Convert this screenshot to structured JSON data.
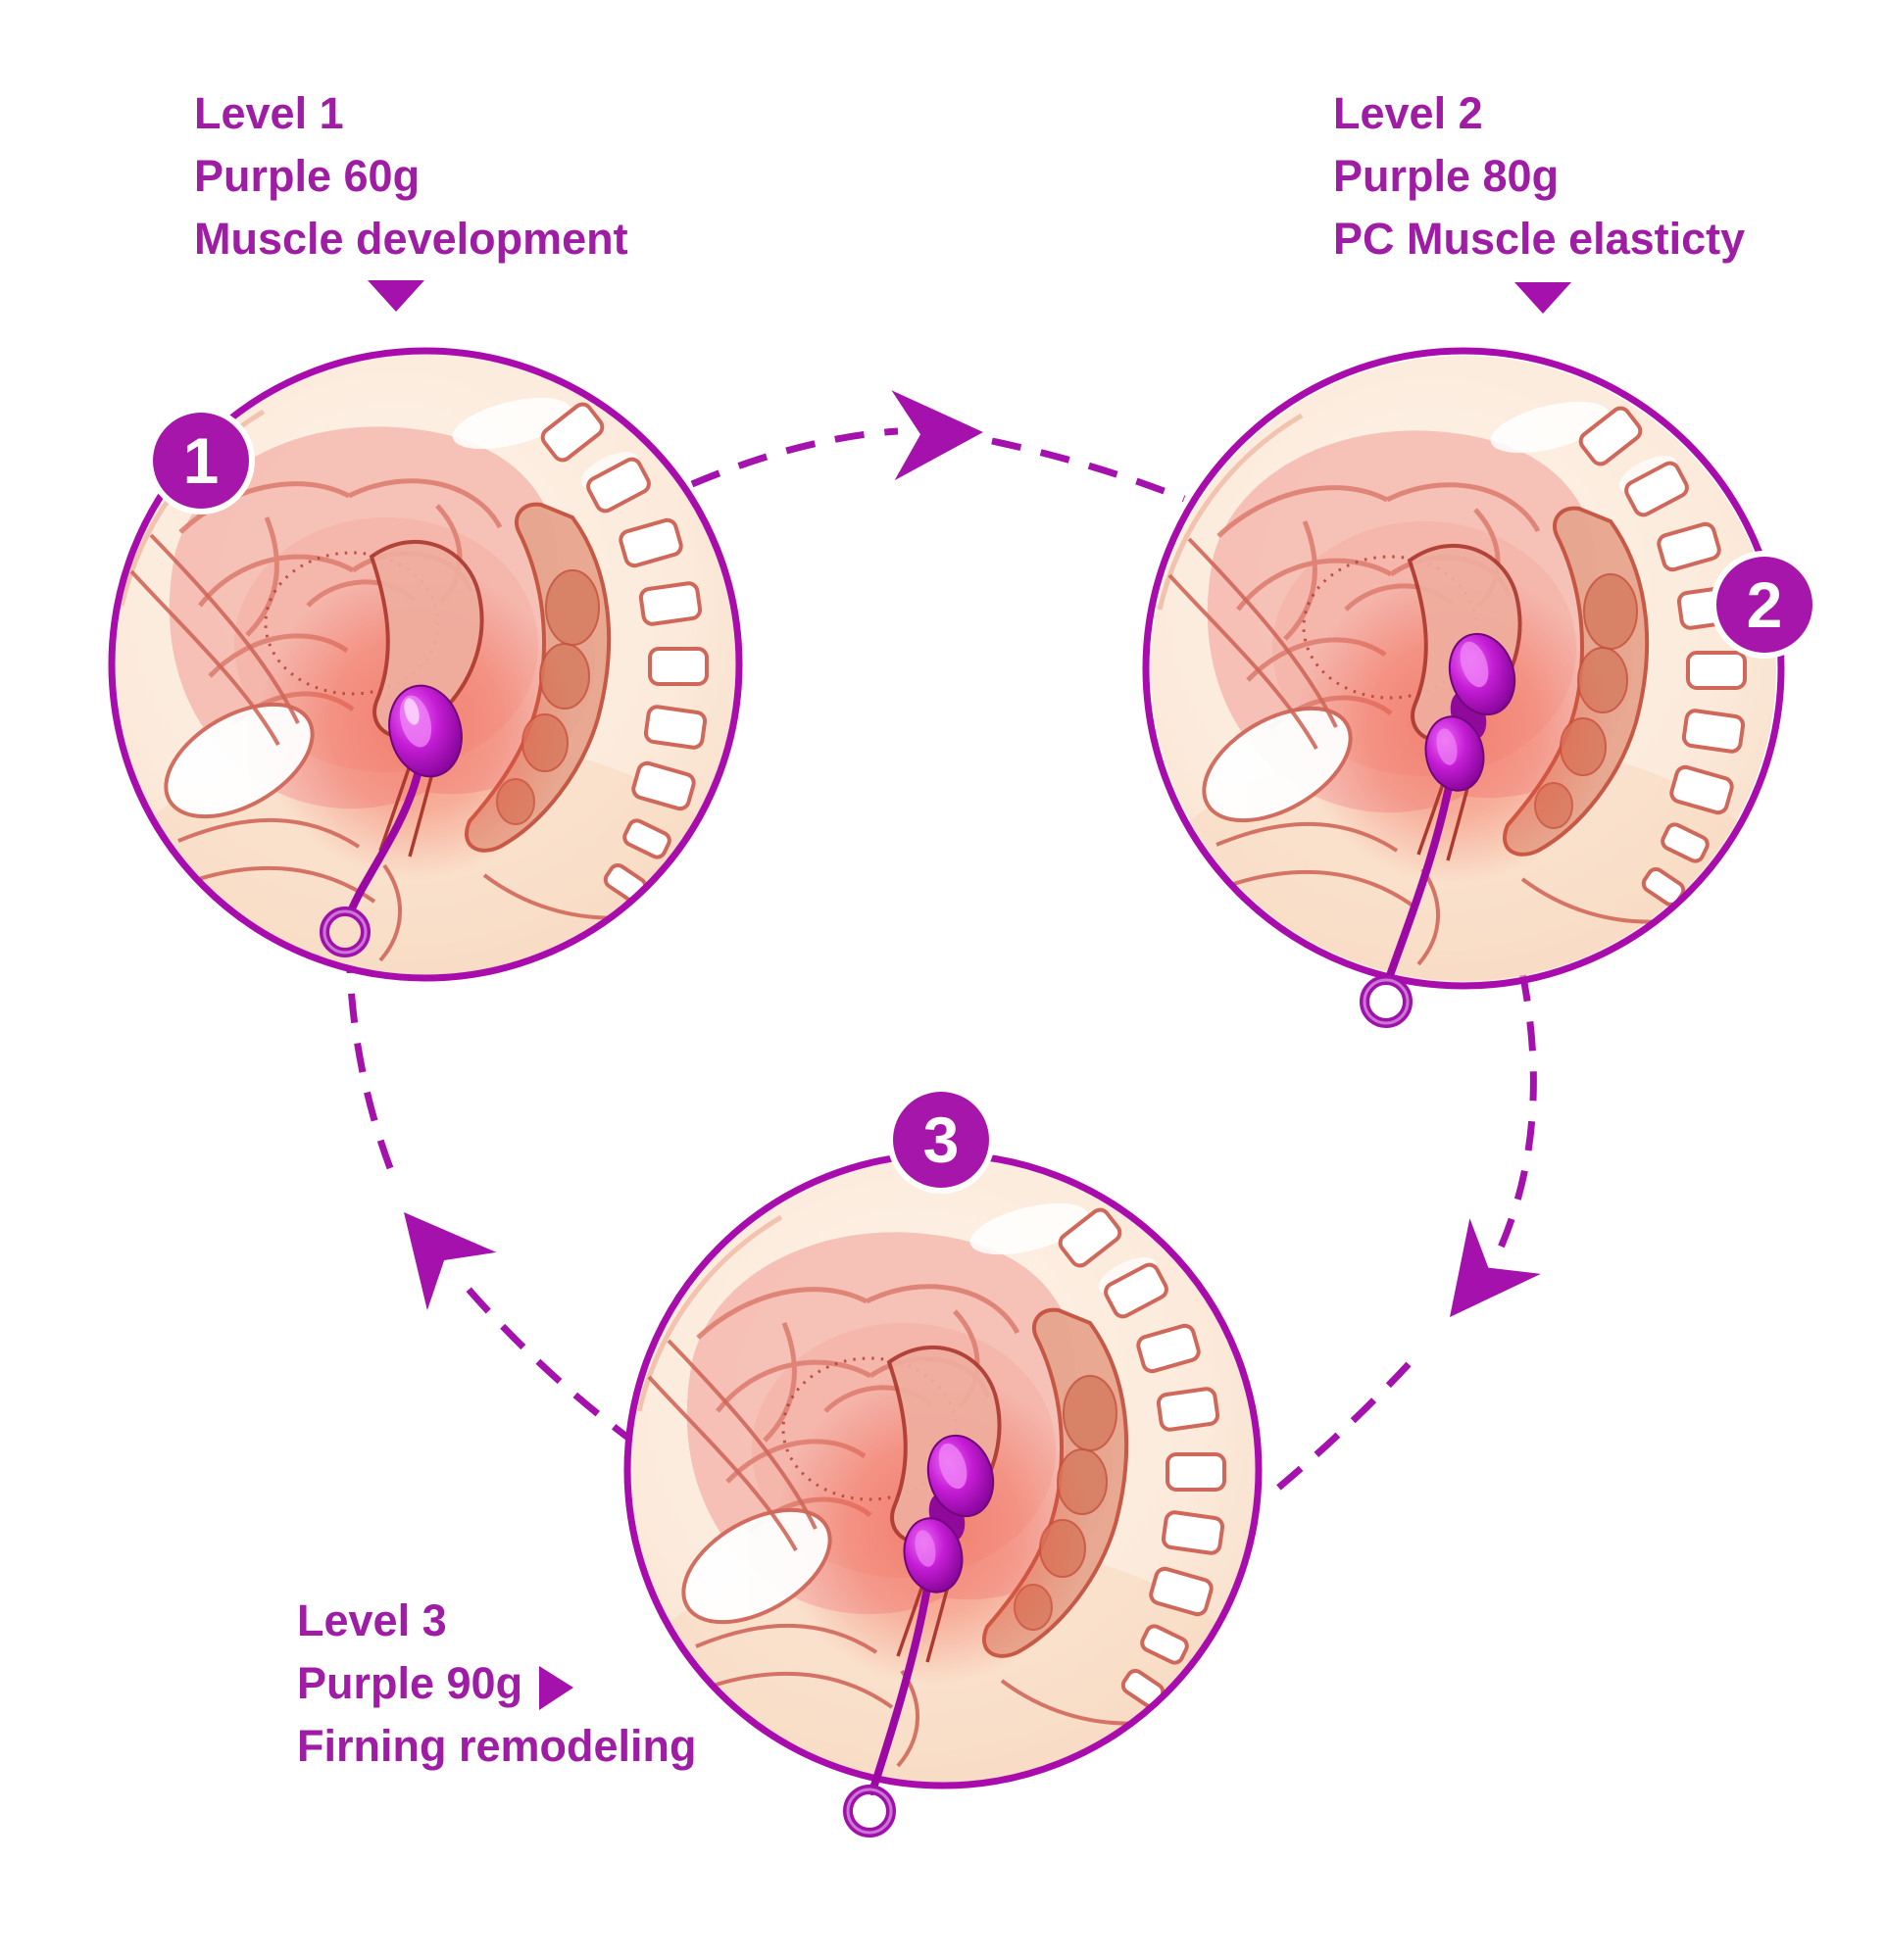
{
  "diagram": {
    "type": "cycle",
    "subject": "kegel-ball-training-levels",
    "steps": [
      {
        "number": "1",
        "level": "Level 1",
        "weight": "Purple 60g",
        "benefit": "Muscle development"
      },
      {
        "number": "2",
        "level": "Level 2",
        "weight": "Purple 80g",
        "benefit": "PC Muscle elasticty"
      },
      {
        "number": "3",
        "level": "Level 3",
        "weight": "Purple 90g",
        "benefit": "Firning remodeling"
      }
    ]
  },
  "colors": {
    "accent": "#a411ad",
    "label_text": "#9e1da4",
    "badge_fill": "#a616ab",
    "badge_text": "#ffffff",
    "ball_purple": "#b515c6",
    "glow_red": "#f25640",
    "skin": "#fdf0e4",
    "anatomy_line": "#c9584a"
  }
}
